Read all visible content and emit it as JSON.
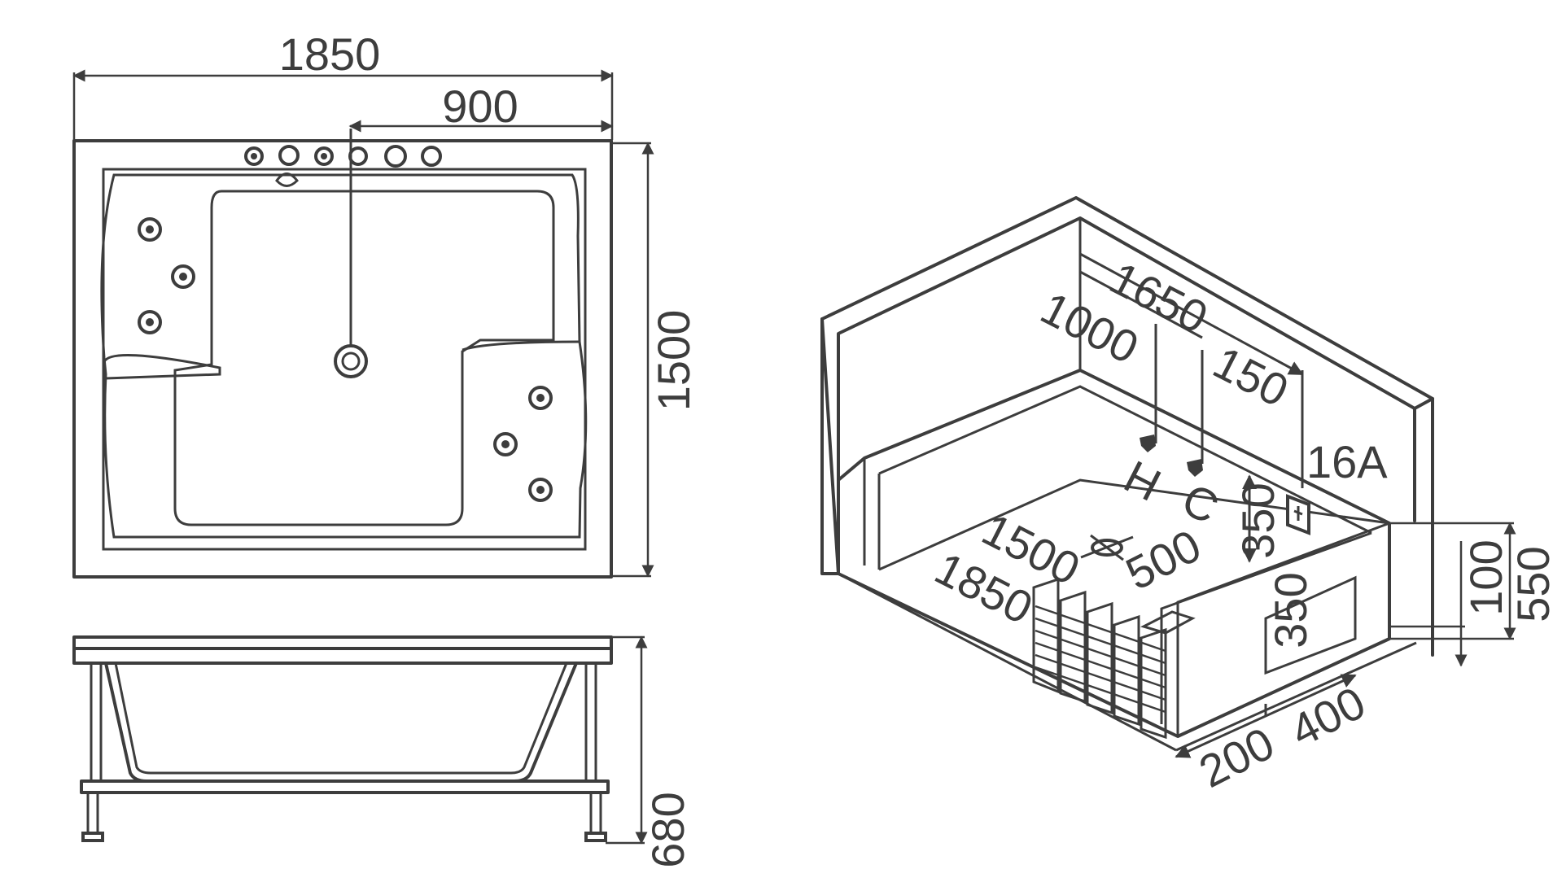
{
  "plan_view": {
    "overall_width": "1850",
    "drain_offset": "900",
    "depth": "1500"
  },
  "side_view": {
    "height": "680"
  },
  "install_view": {
    "wall_length": "1650",
    "hot_outlet_height": "1000",
    "cold_offset": "150",
    "socket_rating": "16A",
    "hot_label": "H",
    "cold_label": "C",
    "socket_height": "350",
    "drain_x": "1500",
    "drain_y": "500",
    "tub_length": "1850",
    "access_height": "350",
    "access_offset": "200",
    "access_width": "400",
    "step_height": "100",
    "platform_height": "550"
  }
}
